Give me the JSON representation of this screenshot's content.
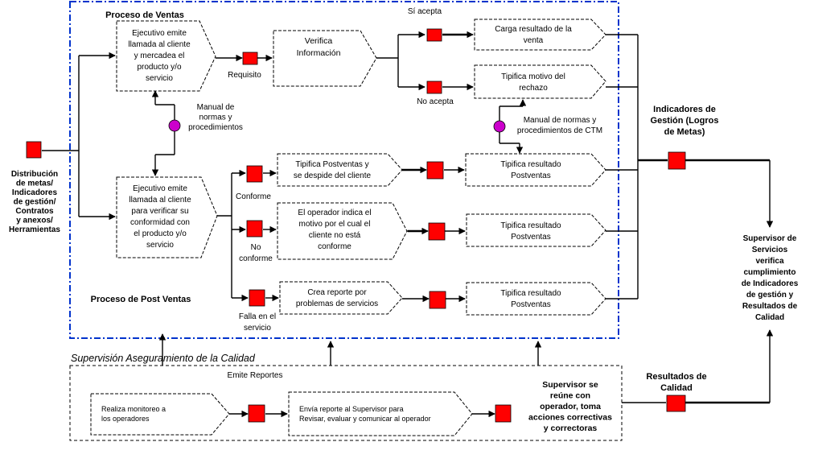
{
  "sections": {
    "sales_title": "Proceso de Ventas",
    "postsales_title": "Proceso de Post Ventas",
    "quality_title": "Supervisión Aseguramiento de la Calidad",
    "emit_reports": "Emite Reportes"
  },
  "left_input": [
    "Distribución",
    "de metas/",
    "Indicadores",
    "de gestión/",
    "Contratos",
    "y anexos/",
    "Herramientas"
  ],
  "sales": {
    "exec_box": [
      "Ejecutivo emite",
      "llamada al cliente",
      "y mercadea el",
      "producto y/o",
      "servicio"
    ],
    "requisito": "Requisito",
    "verify_box": [
      "Verifica",
      "Información"
    ],
    "si_acepta": "Sí acepta",
    "no_acepta": "No acepta",
    "load_box": [
      "Carga resultado de la",
      "venta"
    ],
    "reject_box": [
      "Tipifica motivo del",
      "rechazo"
    ]
  },
  "manual_left": [
    "Manual de",
    "normas y",
    "procedimientos"
  ],
  "manual_right": [
    "Manual de normas y",
    "procedimientos de CTM"
  ],
  "postsales": {
    "exec_box": [
      "Ejecutivo emite",
      "llamada al cliente",
      "para verificar su",
      "conformidad con",
      "el producto y/o",
      "servicio"
    ],
    "conforme": "Conforme",
    "no_conforme": [
      "No",
      "conforme"
    ],
    "falla": [
      "Falla en el",
      "servicio"
    ],
    "conf_box": [
      "Tipifica Postventas  y",
      "se despide del cliente"
    ],
    "noconf_box": [
      "El operador indica el",
      "motivo por el cual el",
      "cliente no está",
      "conforme"
    ],
    "falla_box": [
      "Crea reporte por",
      "problemas de servicios"
    ],
    "result_box": [
      "Tipifica resultado",
      "Postventas"
    ]
  },
  "indicators": [
    "Indicadores de",
    "Gestión (Logros",
    "de Metas)"
  ],
  "supervisor_right": [
    "Supervisor de",
    "Servicios",
    "verifica",
    "cumplimiento",
    "de Indicadores",
    "de gestión y",
    "Resultados de",
    "Calidad"
  ],
  "quality": {
    "monitor_box": [
      "Realiza monitoreo a",
      "los operadores"
    ],
    "send_box": [
      "Envía reporte al Supervisor para",
      "Revisar, evaluar y comunicar al operador"
    ],
    "supervisor_meet": [
      "Supervisor se",
      "reúne con",
      "operador, toma",
      "acciones correctivas",
      "y correctoras"
    ]
  },
  "quality_results": [
    "Resultados de",
    "Calidad"
  ],
  "colors": {
    "node_red": "#ff0000",
    "doc_purple": "#cc00cc",
    "frame_blue": "#0033cc"
  }
}
